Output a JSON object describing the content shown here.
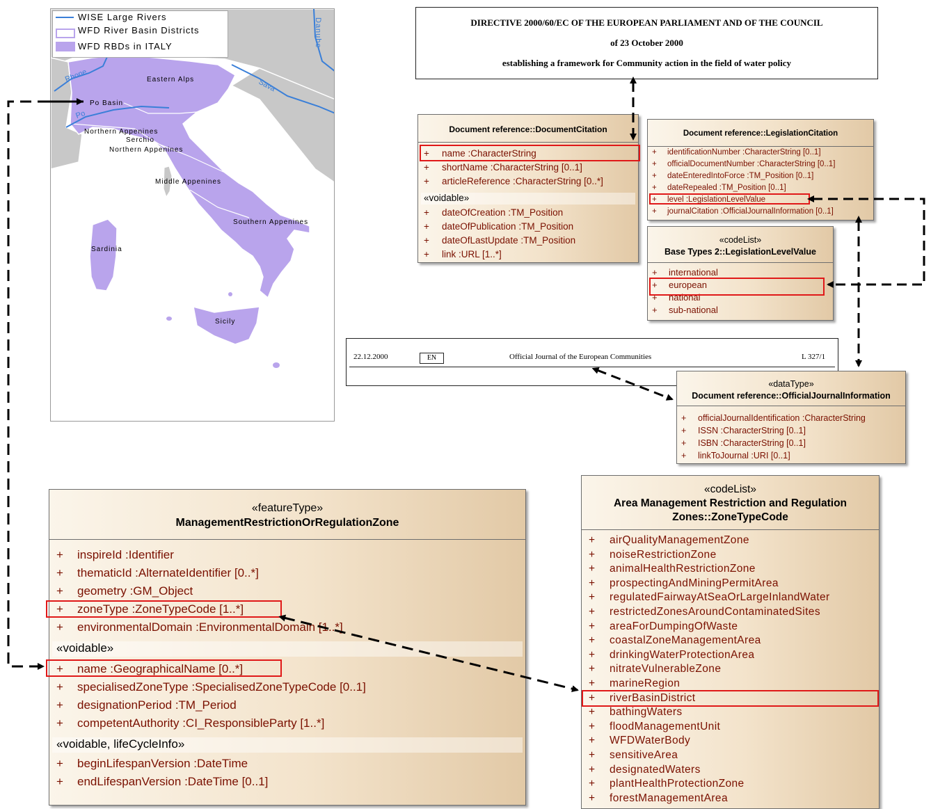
{
  "map": {
    "legend": {
      "rivers": "WISE Large Rivers",
      "districts": "WFD River Basin Districts",
      "italy": "WFD RBDs in ITALY"
    },
    "labels": {
      "danube": "Danube",
      "rhone": "Rhone",
      "sava": "Sava",
      "po_river": "Po",
      "eastern_alps": "Eastern Alps",
      "po_basin": "Po Basin",
      "northern_appenines": "Northern Appenines",
      "serchio": "Serchio",
      "northern_appenines_2": "Northern Appenines",
      "middle_appenines": "Middle Appenines",
      "southern_appenines": "Southern Appenines",
      "sardinia": "Sardinia",
      "sicily": "Sicily"
    },
    "colors": {
      "region": "#b9a4ec",
      "land": "#c8c8c8",
      "sea": "#ffffff",
      "river": "#3a7fd8"
    }
  },
  "directive": {
    "title": "DIRECTIVE 2000/60/EC OF THE EUROPEAN PARLIAMENT AND OF THE COUNCIL",
    "date": "of 23 October 2000",
    "subtitle": "establishing a framework for Community action in the field of water policy"
  },
  "journal_header": {
    "date": "22.12.2000",
    "lang": "EN",
    "title": "Official Journal of the European Communities",
    "ref": "L 327/1"
  },
  "document_citation": {
    "name": "Document reference::DocumentCitation",
    "attrs": [
      {
        "sign": "+",
        "text": "name  :CharacterString"
      },
      {
        "sign": "+",
        "text": "shortName  :CharacterString [0..1]"
      },
      {
        "sign": "+",
        "text": "articleReference  :CharacterString [0..*]"
      }
    ],
    "voidable_label": "«voidable»",
    "voidable": [
      {
        "sign": "+",
        "text": "dateOfCreation  :TM_Position"
      },
      {
        "sign": "+",
        "text": "dateOfPublication  :TM_Position"
      },
      {
        "sign": "+",
        "text": "dateOfLastUpdate  :TM_Position"
      },
      {
        "sign": "+",
        "text": "link  :URL [1..*]"
      }
    ]
  },
  "legislation_citation": {
    "name": "Document reference::LegislationCitation",
    "attrs": [
      {
        "sign": "+",
        "text": "identificationNumber  :CharacterString [0..1]"
      },
      {
        "sign": "+",
        "text": "officialDocumentNumber  :CharacterString [0..1]"
      },
      {
        "sign": "+",
        "text": "dateEnteredIntoForce  :TM_Position [0..1]"
      },
      {
        "sign": "+",
        "text": "dateRepealed  :TM_Position [0..1]"
      },
      {
        "sign": "+",
        "text": "level  :LegislationLevelValue"
      },
      {
        "sign": "+",
        "text": "journalCitation  :OfficialJournalInformation [0..1]"
      }
    ]
  },
  "legislation_level": {
    "stereotype": "«codeList»",
    "name": "Base Types 2::LegislationLevelValue",
    "values": [
      {
        "sign": "+",
        "text": "international"
      },
      {
        "sign": "+",
        "text": "european"
      },
      {
        "sign": "+",
        "text": "national"
      },
      {
        "sign": "+",
        "text": "sub-national"
      }
    ]
  },
  "official_journal": {
    "stereotype": "«dataType»",
    "name": "Document reference::OfficialJournalInformation",
    "attrs": [
      {
        "sign": "+",
        "text": "officialJournalIdentification  :CharacterString"
      },
      {
        "sign": "+",
        "text": "ISSN  :CharacterString [0..1]"
      },
      {
        "sign": "+",
        "text": "ISBN  :CharacterString [0..1]"
      },
      {
        "sign": "+",
        "text": "linkToJournal  :URI [0..1]"
      }
    ]
  },
  "zone": {
    "stereotype": "«featureType»",
    "name": "ManagementRestrictionOrRegulationZone",
    "attrs": [
      {
        "sign": "+",
        "text": "inspireId  :Identifier"
      },
      {
        "sign": "+",
        "text": "thematicId  :AlternateIdentifier [0..*]"
      },
      {
        "sign": "+",
        "text": "geometry  :GM_Object"
      },
      {
        "sign": "+",
        "text": "zoneType  :ZoneTypeCode [1..*]"
      },
      {
        "sign": "+",
        "text": "environmentalDomain  :EnvironmentalDomain [1..*]"
      }
    ],
    "voidable_label": "«voidable»",
    "voidable": [
      {
        "sign": "+",
        "text": "name  :GeographicalName [0..*]"
      },
      {
        "sign": "+",
        "text": "specialisedZoneType  :SpecialisedZoneTypeCode [0..1]"
      },
      {
        "sign": "+",
        "text": "designationPeriod  :TM_Period"
      },
      {
        "sign": "+",
        "text": "competentAuthority  :CI_ResponsibleParty [1..*]"
      }
    ],
    "lifecycle_label": "«voidable, lifeCycleInfo»",
    "lifecycle": [
      {
        "sign": "+",
        "text": "beginLifespanVersion  :DateTime"
      },
      {
        "sign": "+",
        "text": "endLifespanVersion  :DateTime [0..1]"
      }
    ]
  },
  "zone_type": {
    "stereotype": "«codeList»",
    "name_line1": "Area Management Restriction and Regulation",
    "name_line2": "Zones::ZoneTypeCode",
    "values": [
      {
        "sign": "+",
        "text": "airQualityManagementZone"
      },
      {
        "sign": "+",
        "text": "noiseRestrictionZone"
      },
      {
        "sign": "+",
        "text": "animalHealthRestrictionZone"
      },
      {
        "sign": "+",
        "text": "prospectingAndMiningPermitArea"
      },
      {
        "sign": "+",
        "text": "regulatedFairwayAtSeaOrLargeInlandWater"
      },
      {
        "sign": "+",
        "text": "restrictedZonesAroundContaminatedSites"
      },
      {
        "sign": "+",
        "text": "areaForDumpingOfWaste"
      },
      {
        "sign": "+",
        "text": "coastalZoneManagementArea"
      },
      {
        "sign": "+",
        "text": "drinkingWaterProtectionArea"
      },
      {
        "sign": "+",
        "text": "nitrateVulnerableZone"
      },
      {
        "sign": "+",
        "text": "marineRegion"
      },
      {
        "sign": "+",
        "text": "riverBasinDistrict"
      },
      {
        "sign": "+",
        "text": "bathingWaters"
      },
      {
        "sign": "+",
        "text": "floodManagementUnit"
      },
      {
        "sign": "+",
        "text": "WFDWaterBody"
      },
      {
        "sign": "+",
        "text": "sensitiveArea"
      },
      {
        "sign": "+",
        "text": "designatedWaters"
      },
      {
        "sign": "+",
        "text": "plantHealthProtectionZone"
      },
      {
        "sign": "+",
        "text": "forestManagementArea"
      }
    ]
  }
}
